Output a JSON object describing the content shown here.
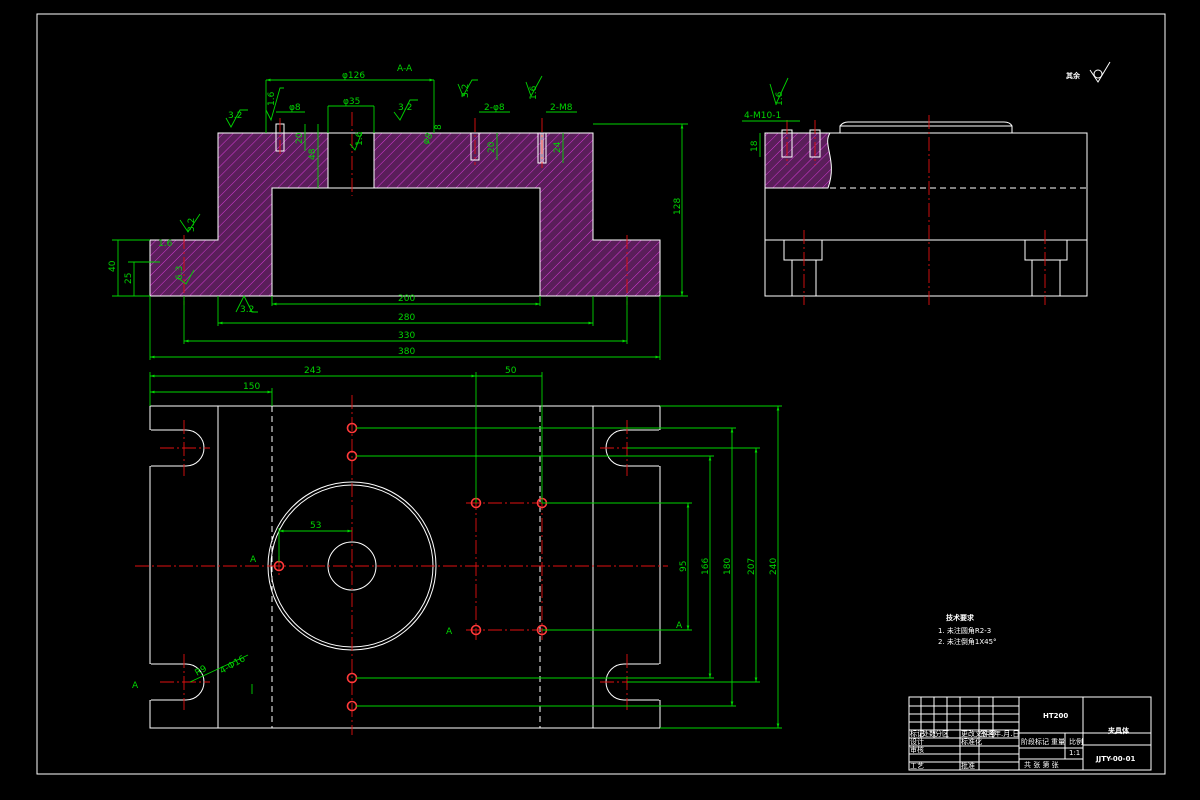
{
  "drawing": {
    "section_label": "A-A",
    "roughness_other": "其余",
    "dims_front": {
      "d126": "φ126",
      "d35": "φ35",
      "d8": "φ8",
      "two_d8": "2-φ8",
      "two_m8": "2-M8",
      "d8b": "φ8",
      "v20": "20",
      "v48": "48",
      "v20b": "20",
      "v24": "24",
      "v8": "8",
      "h128": "128",
      "h40": "40",
      "h25": "25",
      "w200": "200",
      "w280": "280",
      "w330": "330",
      "w380": "380"
    },
    "dims_side": {
      "thread": "4-M10-1",
      "v18": "18"
    },
    "dims_plan": {
      "h243": "243",
      "h150": "150",
      "h50": "50",
      "h53": "53",
      "v95": "95",
      "v166": "166",
      "v180": "180",
      "v207": "207",
      "v240": "240",
      "slot_r": "R9",
      "holes": "4-Φ16"
    },
    "roughness": [
      "3.2",
      "1.6",
      "1.6",
      "3.2",
      "3.2",
      "1.6",
      "3.2",
      "1.6",
      "6.3",
      "3.2",
      "1.6"
    ],
    "plan_markers": [
      "A",
      "A",
      "A",
      "A"
    ],
    "tech_req": {
      "title": "技术要求",
      "items": [
        "1. 未注圆角R2-3",
        "2. 未注倒角1X45°"
      ]
    },
    "title_block": {
      "material": "HT200",
      "name": "夹具体",
      "code": "JJTY-00-01",
      "labels": [
        "标记",
        "处数",
        "分区",
        "更改文件号",
        "签名",
        "年.月.日",
        "设计",
        "标准化",
        "阶段标记",
        "重量",
        "比例",
        "审核",
        "工艺",
        "批准",
        "共  张  第  张",
        "1:1"
      ]
    }
  }
}
